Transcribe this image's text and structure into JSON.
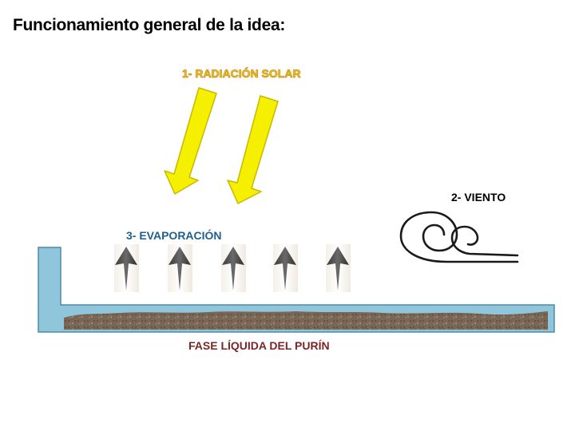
{
  "title": "Funcionamiento general de la idea:",
  "labels": {
    "solar": "1- RADIACIÓN SOLAR",
    "wind": "2- VIENTO",
    "evaporation": "3- EVAPORACIÓN",
    "liquid_phase": "FASE LÍQUIDA DEL PURÍN"
  },
  "colors": {
    "solar_arrow": "#f5f000",
    "solar_label": "#e6c619",
    "evaporation_label": "#1f5f8f",
    "liquid_label": "#7a2626",
    "tank": "#8fc6dc",
    "tank_border": "#4a8ba8",
    "sludge": "#7a6655"
  },
  "icons": {
    "solar_arrows": "sun-ray-arrow-icon",
    "evaporation_arrows": "up-arrow-icon",
    "wind": "wind-swirl-icon"
  }
}
